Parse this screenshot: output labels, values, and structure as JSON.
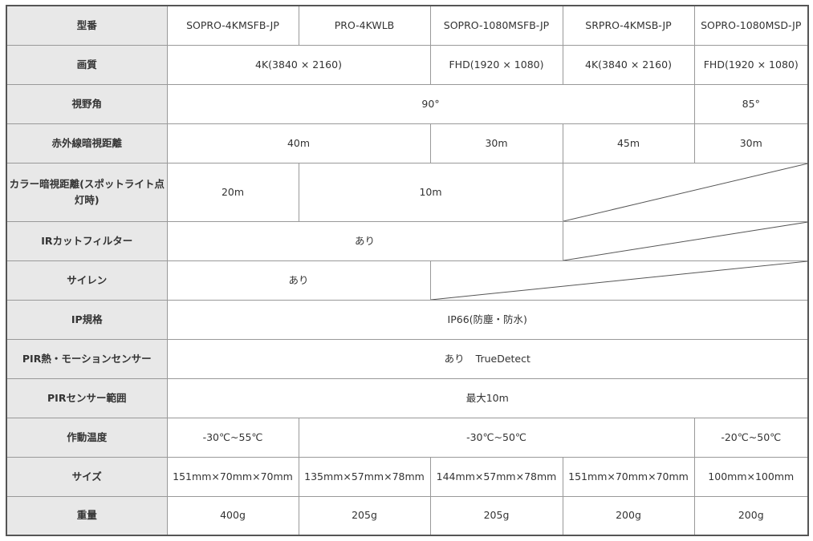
{
  "rows": {
    "model": {
      "label": "型番",
      "values": [
        "SOPRO-4KMSFB-JP",
        "PRO-4KWLB",
        "SOPRO-1080MSFB-JP",
        "SRPRO-4KMSB-JP",
        "SOPRO-1080MSD-JP"
      ]
    },
    "quality": {
      "label": "画質",
      "values": [
        "4K(3840 × 2160)",
        "FHD(1920 × 1080)",
        "4K(3840 × 2160)",
        "FHD(1920 × 1080)"
      ]
    },
    "fov": {
      "label": "視野角",
      "values": [
        "90°",
        "85°"
      ]
    },
    "ir_distance": {
      "label": "赤外線暗視距離",
      "values": [
        "40m",
        "30m",
        "45m",
        "30m"
      ]
    },
    "color_distance": {
      "label": "カラー暗視距離(スポットライト点灯時)",
      "values": [
        "20m",
        "10m"
      ]
    },
    "ir_cut": {
      "label": "IRカットフィルター",
      "values": [
        "あり"
      ]
    },
    "siren": {
      "label": "サイレン",
      "values": [
        "あり"
      ]
    },
    "ip": {
      "label": "IP規格",
      "values": [
        "IP66(防塵・防水)"
      ]
    },
    "pir": {
      "label": "PIR熱・モーションセンサー",
      "values": [
        "あり",
        "TrueDetect"
      ]
    },
    "pir_range": {
      "label": "PIRセンサー範囲",
      "values": [
        "最大10m"
      ]
    },
    "temp": {
      "label": "作動温度",
      "values": [
        "-30℃~55℃",
        "-30℃~50℃",
        "-20℃~50℃"
      ]
    },
    "size": {
      "label": "サイズ",
      "values": [
        "151mm×70mm×70mm",
        "135mm×57mm×78mm",
        "144mm×57mm×78mm",
        "151mm×70mm×70mm",
        "100mm×100mm"
      ]
    },
    "weight": {
      "label": "重量",
      "values": [
        "400g",
        "205g",
        "205g",
        "200g",
        "200g"
      ]
    }
  }
}
